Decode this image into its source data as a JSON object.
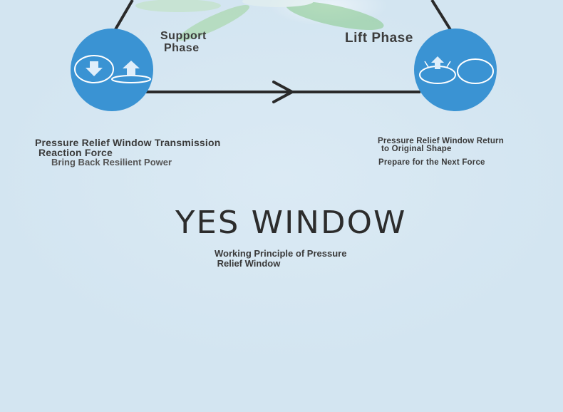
{
  "support_phase": "Support\n Phase",
  "lift_phase": "Lift Phase",
  "left_description": {
    "line1": "Pressure Relief Window Transmission",
    "line2": "Reaction Force",
    "line3": "Bring Back Resilient Power"
  },
  "right_description": {
    "line1": "Pressure Relief Window Return",
    "line2": "to Original Shape",
    "line3": "Prepare for the Next Force"
  },
  "brand": "YES WINDOW",
  "subtitle": "Working Principle of Pressure\n Relief Window",
  "colors": {
    "circle": "#3a93d3",
    "line": "#2a2a2a",
    "background": "#d8e9f4"
  },
  "icons": [
    "down-arrow-oval-icon",
    "up-arrow-flat-icon",
    "burst-arrow-oval-icon",
    "plain-oval-icon"
  ]
}
